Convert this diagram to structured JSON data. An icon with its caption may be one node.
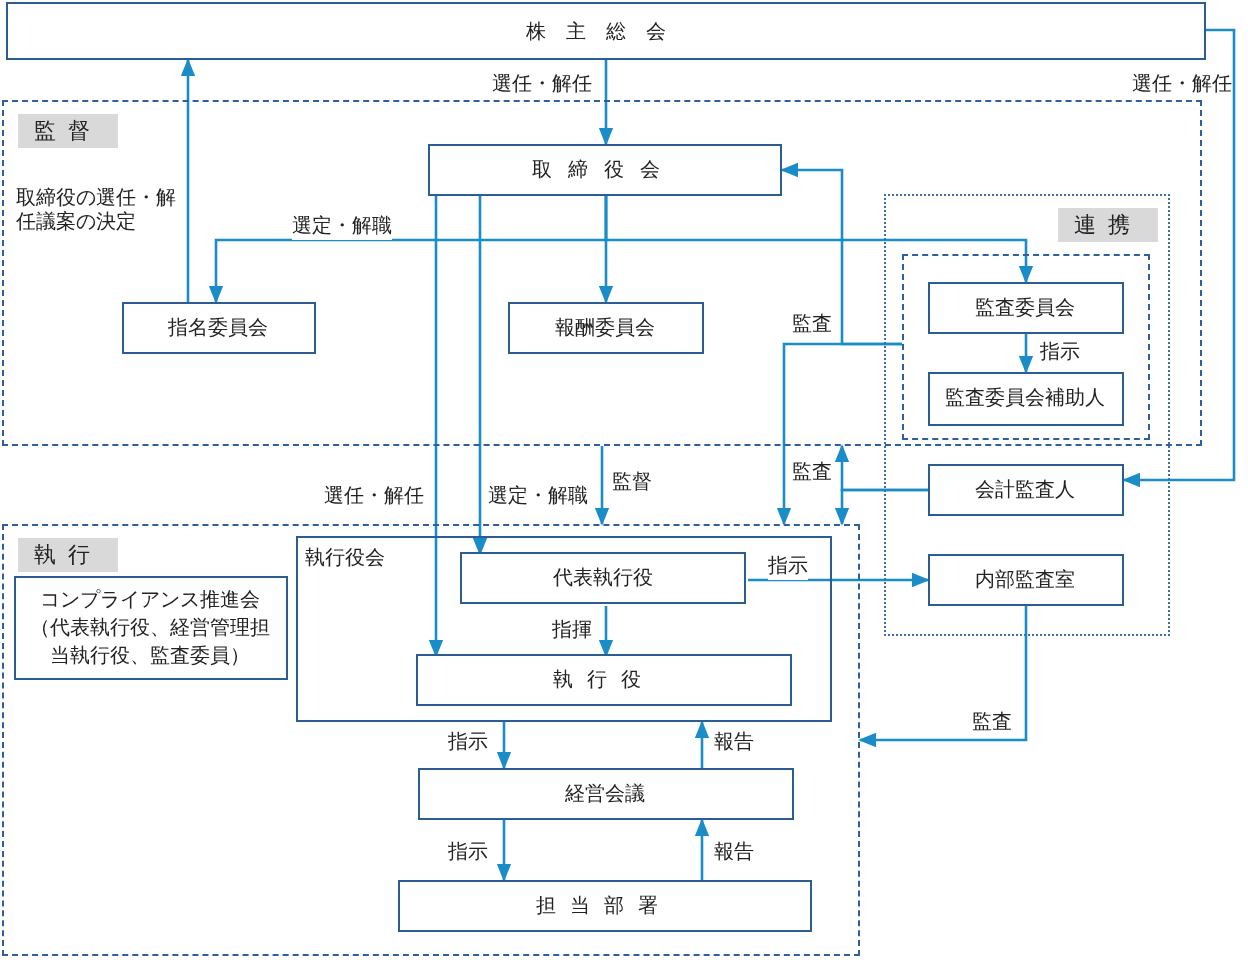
{
  "diagram": {
    "nodes": [
      {
        "text": [
          "株主総会"
        ]
      },
      {
        "text": [
          "監督"
        ]
      },
      {
        "text": [
          "取締役会"
        ],
        "in": 1
      },
      {
        "text": [
          "連携"
        ]
      },
      {
        "text": [],
        "shape": "box"
      },
      {
        "text": [
          "監査委員会"
        ],
        "in": 4
      },
      {
        "text": [
          "監査委員会補助人"
        ],
        "in": 4
      },
      {
        "text": [
          "指名委員会"
        ],
        "in": 1
      },
      {
        "text": [
          "報酬委員会"
        ],
        "in": 1
      },
      {
        "text": [
          "会計監査人"
        ],
        "in": 3
      },
      {
        "text": [
          "内部監査室"
        ],
        "in": 3
      },
      {
        "text": [
          "執行"
        ]
      },
      {
        "text": [
          "コンプライアンス推進会（代表執行役、経営管理担当執行役、監査委員）"
        ],
        "in": 11
      },
      {
        "text": [
          "執行役会"
        ],
        "in": 11
      },
      {
        "text": [
          "代表執行役"
        ],
        "in": 13
      },
      {
        "text": [
          "執行役"
        ],
        "in": 13
      },
      {
        "text": [
          "経営会議"
        ],
        "in": 11
      },
      {
        "text": [
          "担当部署"
        ],
        "in": 11
      }
    ],
    "edges": [
      {
        "from": 0,
        "to": 2,
        "arrow": "to",
        "label": "選任・解任"
      },
      {
        "from": 7,
        "to": 0,
        "arrow": "to",
        "label": "取締役の選任・解任議案の決定"
      },
      {
        "from": 2,
        "to": 7,
        "arrow": "to",
        "label": "選定・解職"
      },
      {
        "from": 2,
        "to": 8,
        "arrow": "to"
      },
      {
        "from": 2,
        "to": 5,
        "arrow": "to"
      },
      {
        "from": 2,
        "to": 15,
        "arrow": "to",
        "label": "選任・解任"
      },
      {
        "from": 2,
        "to": 14,
        "arrow": "to",
        "label": "選定・解職"
      },
      {
        "from": 1,
        "to": 11,
        "arrow": "to",
        "label": "監督"
      },
      {
        "from": 4,
        "to": 2,
        "arrow": "to",
        "label": "監査"
      },
      {
        "from": 4,
        "to": 11,
        "arrow": "to"
      },
      {
        "from": 9,
        "to": 1,
        "arrow": "to",
        "label": "監査"
      },
      {
        "from": 9,
        "to": 11,
        "arrow": "to"
      },
      {
        "from": 0,
        "to": 9,
        "arrow": "to",
        "label": "選任・解任"
      },
      {
        "from": 5,
        "to": 6,
        "arrow": "to",
        "label": "指示"
      },
      {
        "from": 14,
        "to": 10,
        "arrow": "to",
        "label": "指示"
      },
      {
        "from": 14,
        "to": 15,
        "arrow": "to",
        "label": "指揮"
      },
      {
        "from": 13,
        "to": 16,
        "arrow": "to",
        "label": "指示"
      },
      {
        "from": 16,
        "to": 13,
        "arrow": "to",
        "label": "報告"
      },
      {
        "from": 16,
        "to": 17,
        "arrow": "to",
        "label": "指示"
      },
      {
        "from": 17,
        "to": 16,
        "arrow": "to",
        "label": "報告"
      },
      {
        "from": 10,
        "to": 11,
        "arrow": "to",
        "label": "監査"
      }
    ]
  }
}
